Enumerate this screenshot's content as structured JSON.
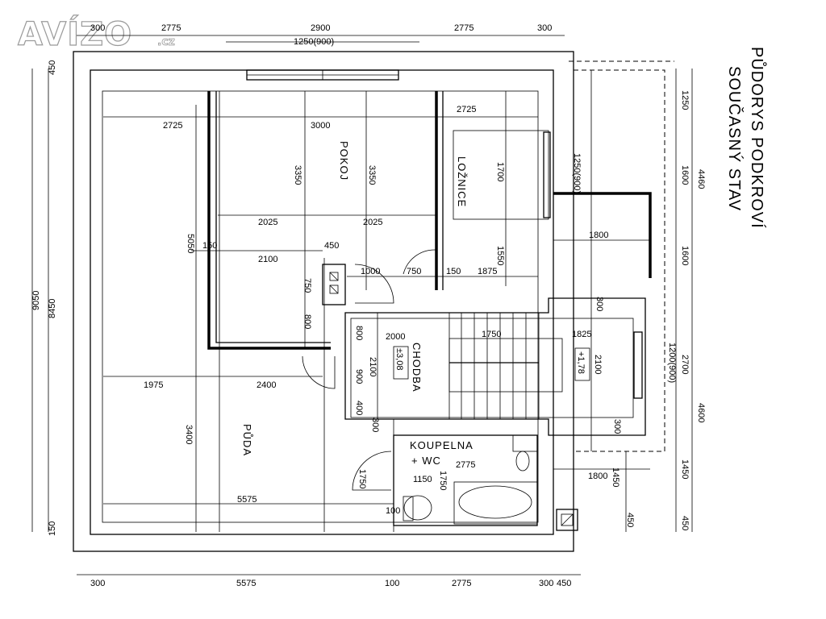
{
  "logo": {
    "text": "AVÍZO",
    "suffix": ".cz"
  },
  "title": {
    "line1": "PŮDORYS PODKROVÍ",
    "line2": "SOUČASNÝ STAV"
  },
  "rooms": {
    "pokoj": "POKOJ",
    "loznice": "LOŽNICE",
    "chodba": "CHODBA",
    "puda": "PŮDA",
    "koupelna": "KOUPELNA",
    "wc": "+ WC",
    "level1": "±3,08",
    "level2": "+1,78"
  },
  "dims": {
    "top": [
      "300",
      "2775",
      "2900",
      "2775",
      "300",
      "1250(900)"
    ],
    "bottom": [
      "300",
      "5575",
      "100",
      "2775",
      "300",
      "450"
    ],
    "left": [
      "450",
      "9050",
      "8450",
      "150",
      "5050"
    ],
    "right": [
      "1250",
      "1600",
      "1600",
      "2700",
      "1450",
      "450",
      "4460",
      "4600",
      "1250(900)",
      "1200(900)",
      "300",
      "300"
    ],
    "inner": [
      "2725",
      "3000",
      "2725",
      "3350",
      "3350",
      "1700",
      "2025",
      "2025",
      "150",
      "450",
      "2100",
      "1000",
      "750",
      "150",
      "1875",
      "1550",
      "1800",
      "750",
      "800",
      "2000",
      "1750",
      "1825",
      "800",
      "2100",
      "2100",
      "900",
      "400",
      "300",
      "1975",
      "2400",
      "3400",
      "1750",
      "2775",
      "1150",
      "1750",
      "5575",
      "100",
      "1800",
      "1450",
      "450"
    ]
  }
}
